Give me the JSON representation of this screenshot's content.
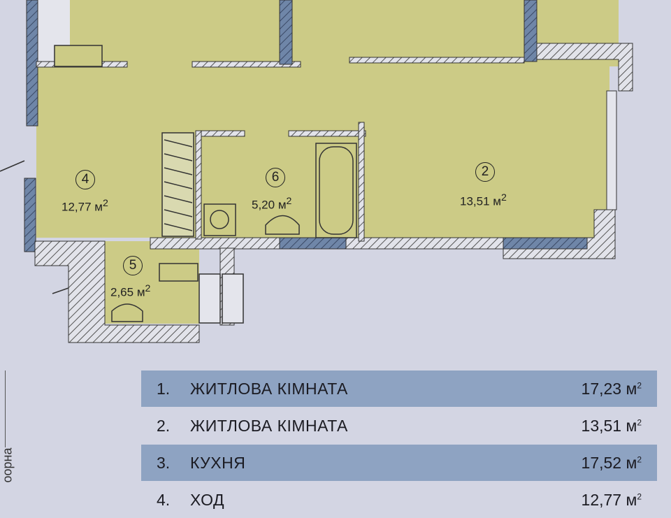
{
  "plan": {
    "rooms": [
      {
        "number": "4",
        "area": "12,77",
        "unit": "м",
        "exp": "2"
      },
      {
        "number": "6",
        "area": "5,20",
        "unit": "м",
        "exp": "2"
      },
      {
        "number": "2",
        "area": "13,51",
        "unit": "м",
        "exp": "2"
      },
      {
        "number": "5",
        "area": "2,65",
        "unit": "м",
        "exp": "2"
      }
    ]
  },
  "table": {
    "rows": [
      {
        "index": "1.",
        "name": "ЖИТЛОВА КІМНАТА",
        "area": "17,23 м",
        "exp": "2"
      },
      {
        "index": "2.",
        "name": "ЖИТЛОВА КІМНАТА",
        "area": "13,51 м",
        "exp": "2"
      },
      {
        "index": "3.",
        "name": "КУХНЯ",
        "area": "17,52 м",
        "exp": "2"
      },
      {
        "index": "4.",
        "name": "ХОД",
        "area": "12,77 м",
        "exp": "2"
      }
    ]
  },
  "side_text": "оорна",
  "colors": {
    "floor": "#cccb86",
    "wall": "#6f86a8",
    "row_highlight": "#8ea3c2",
    "background": "#d3d5e3"
  }
}
